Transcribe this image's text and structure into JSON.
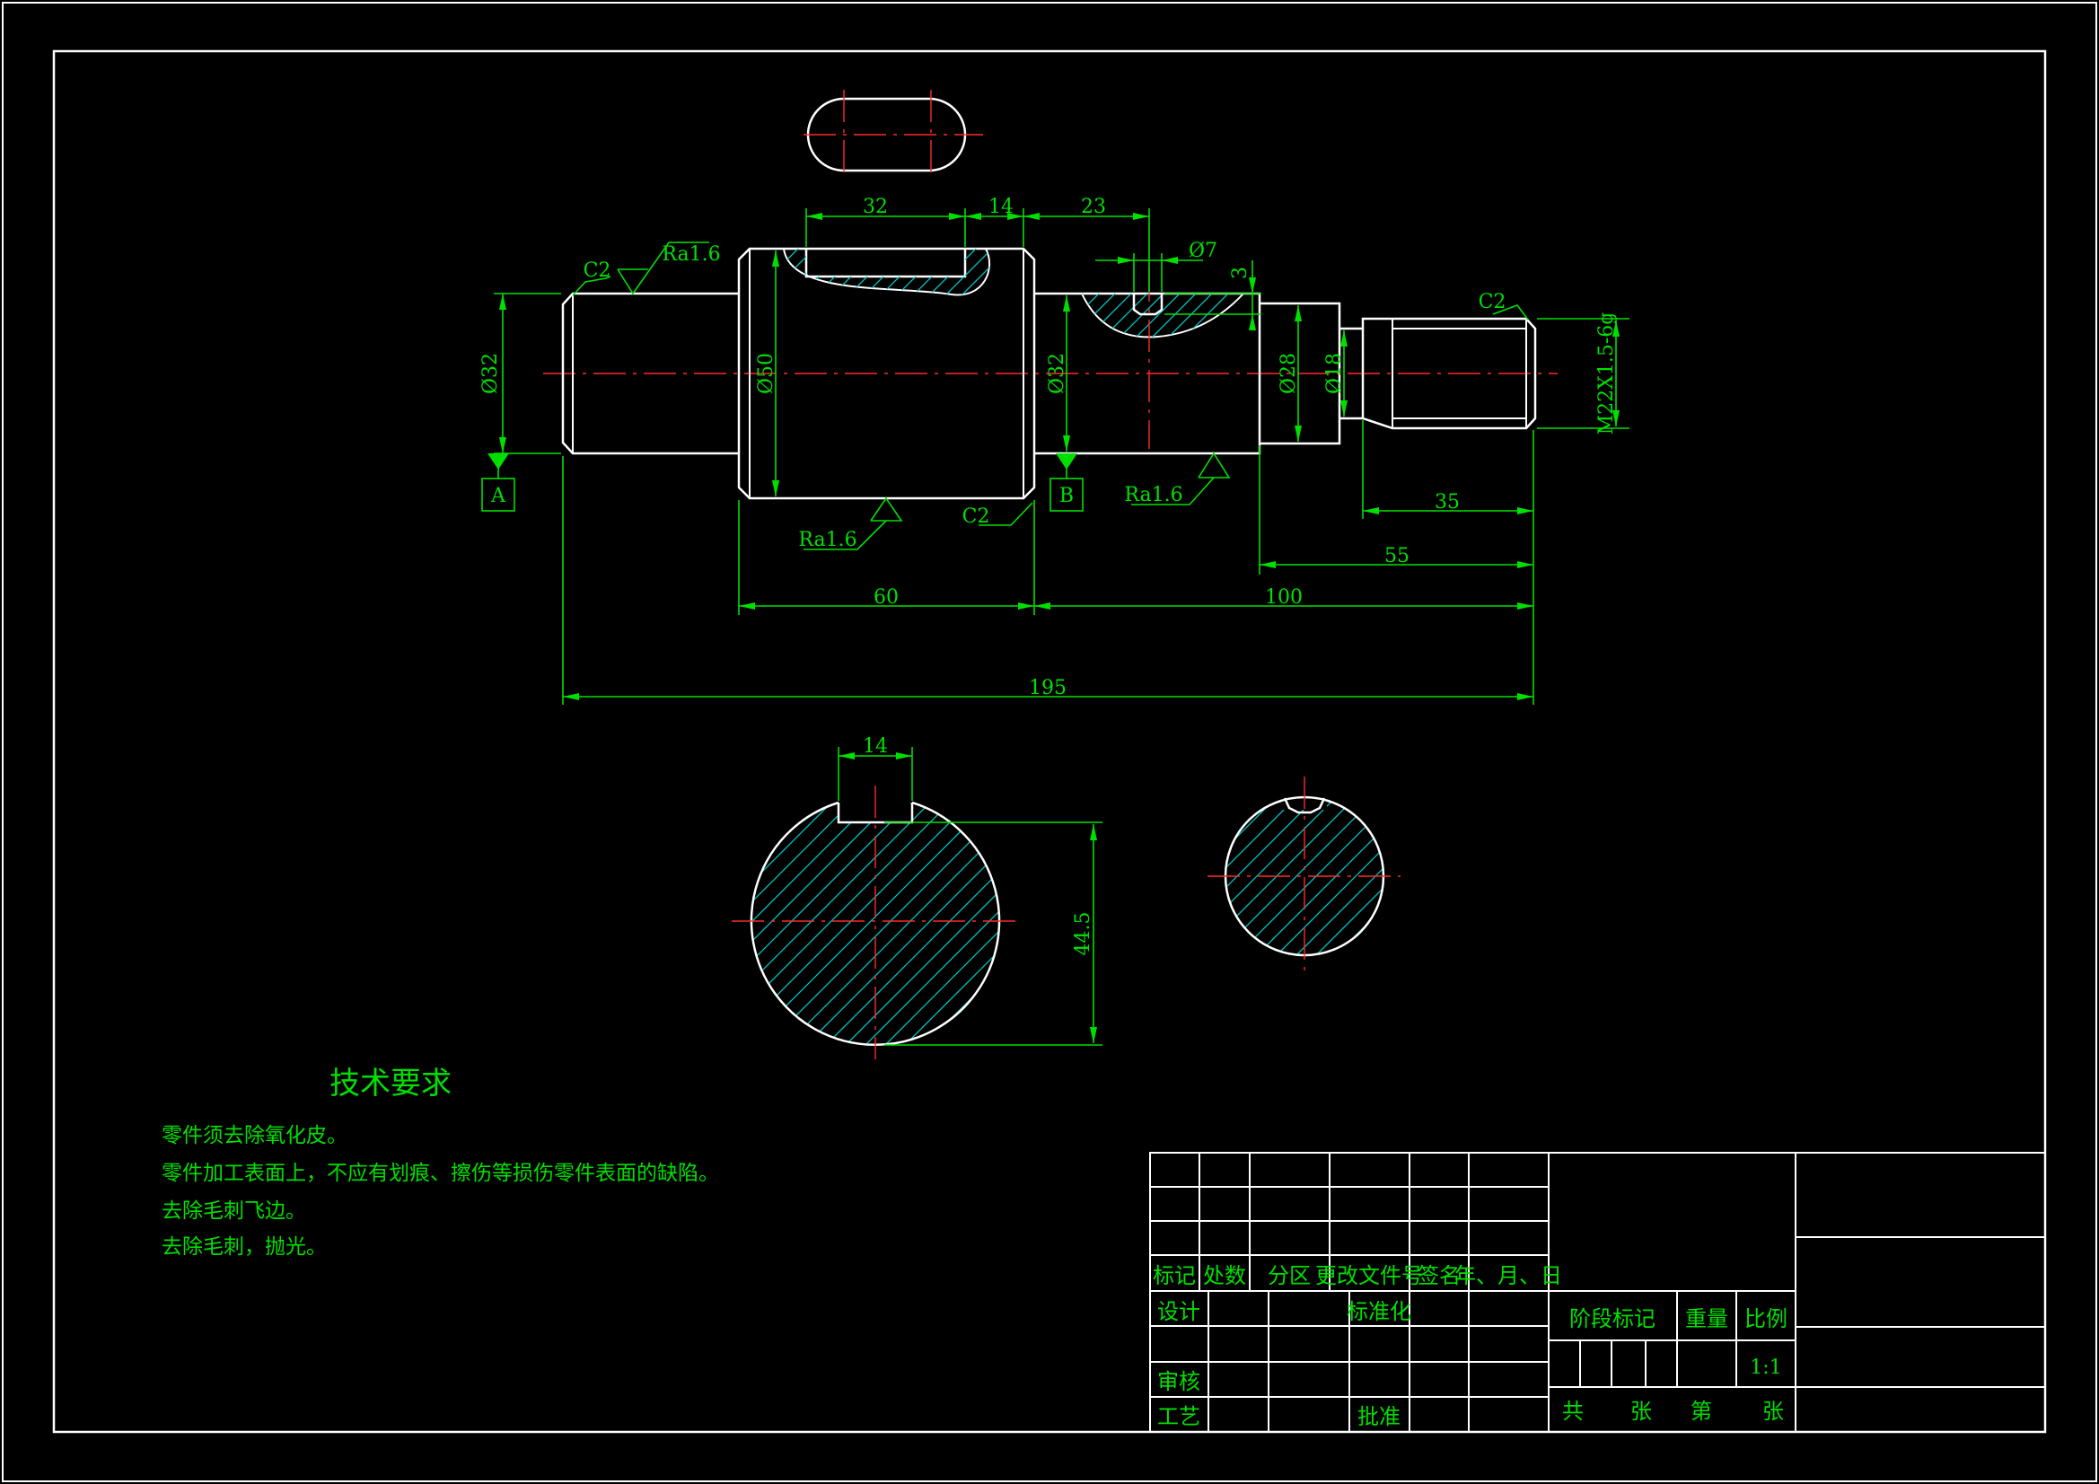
{
  "dimensions": {
    "key_len": "32",
    "key_gap": "14",
    "step_23": "23",
    "hole_dia": "Ø7",
    "hole_depth": "3",
    "dia_32_left": "Ø32",
    "dia_50": "Ø50",
    "dia_32_right": "Ø32",
    "dia_28": "Ø28",
    "dia_18": "Ø18",
    "thread": "M22X1.5-6g",
    "len_35": "35",
    "len_55": "55",
    "len_60": "60",
    "len_100": "100",
    "len_195": "195",
    "section_key_width": "14",
    "section_depth": "44.5"
  },
  "annotations": {
    "chamfer_left": "C2",
    "chamfer_mid": "C2",
    "chamfer_right": "C2",
    "rough_top": "Ra1.6",
    "rough_bottom": "Ra1.6",
    "rough_right": "Ra1.6",
    "datum_a": "A",
    "datum_b": "B"
  },
  "notes": {
    "title": "技术要求",
    "items": [
      "零件须去除氧化皮。",
      "零件加工表面上，不应有划痕、擦伤等损伤零件表面的缺陷。",
      "去除毛刺飞边。",
      "去除毛刺，抛光。"
    ]
  },
  "title_block": {
    "mark": "标记",
    "count": "处数",
    "zone": "分区",
    "change_doc": "更改文件号",
    "signature": "签名",
    "date": "年、月、日",
    "design": "设计",
    "standardize": "标准化",
    "review": "审核",
    "process": "工艺",
    "approve": "批准",
    "stage_mark": "阶段标记",
    "weight": "重量",
    "scale_label": "比例",
    "scale_value": "1:1",
    "total": "共",
    "sheets": "张",
    "sheet_no": "第",
    "sheets2": "张"
  },
  "colors": {
    "background": "#000000",
    "outline": "#ffffff",
    "dimension": "#00e000",
    "centerline": "#ff2a2a",
    "hatch": "#00c8c8"
  }
}
